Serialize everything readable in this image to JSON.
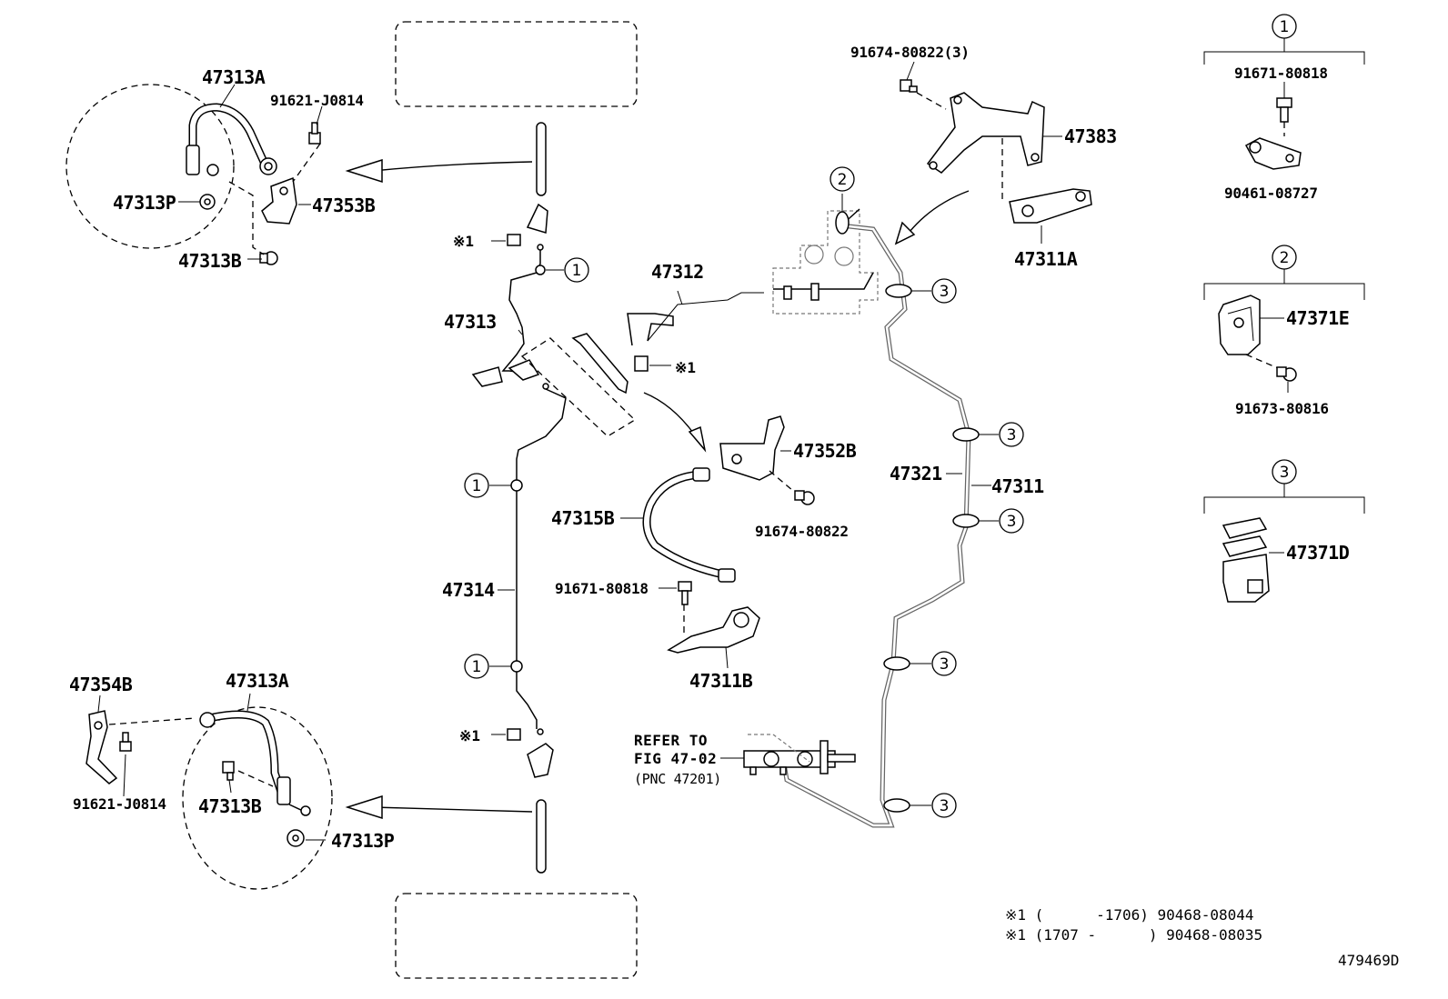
{
  "diagram_code": "479469D",
  "notes": {
    "note1": "※1 (      -1706) 90468-08044",
    "note2": "※1 (1707 -      ) 90468-08035"
  },
  "refer": {
    "line1": "REFER TO",
    "line2": "FIG 47-02",
    "line3": "(PNC 47201)"
  },
  "marker_symbol": "※1",
  "callouts": {
    "c1": "1",
    "c2": "2",
    "c3": "3"
  },
  "legend": {
    "g1": {
      "top": "91671-80818",
      "bottom": "90461-08727"
    },
    "g2": {
      "right": "47371E",
      "bottom": "91673-80816"
    },
    "g3": {
      "right": "47371D"
    }
  },
  "parts": {
    "p47313A_top": "47313A",
    "p91621_top": "91621-J0814",
    "p47313P_top": "47313P",
    "p47353B": "47353B",
    "p47313B_top": "47313B",
    "p47313": "47313",
    "p47312": "47312",
    "p91674_3": "91674-80822(3)",
    "p47383": "47383",
    "p47311A": "47311A",
    "p47352B": "47352B",
    "p47315B": "47315B",
    "p91674": "91674-80822",
    "p47321": "47321",
    "p47311": "47311",
    "p47314": "47314",
    "p91671": "91671-80818",
    "p47311B": "47311B",
    "p47354B": "47354B",
    "p47313A_bot": "47313A",
    "p91621_bot": "91621-J0814",
    "p47313B_bot": "47313B",
    "p47313P_bot": "47313P"
  }
}
